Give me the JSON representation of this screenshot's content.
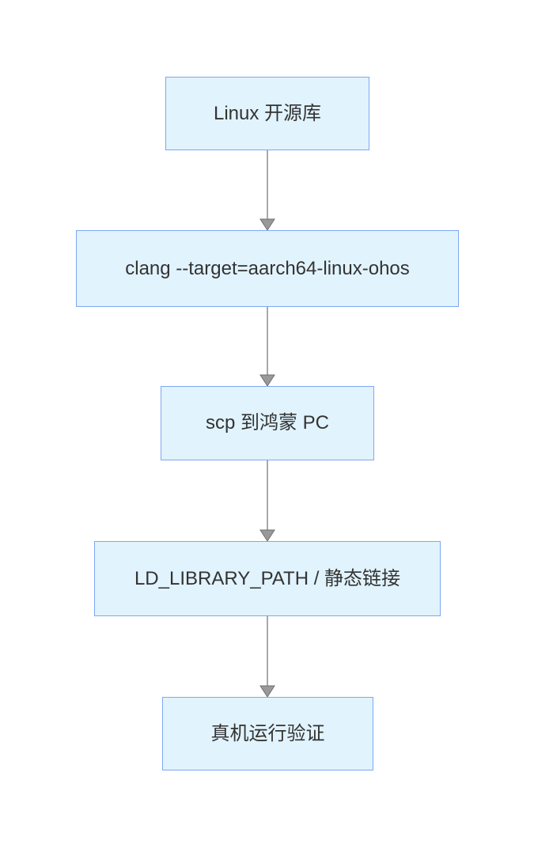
{
  "diagram": {
    "type": "flowchart",
    "direction": "top-to-bottom",
    "nodes": [
      {
        "label": "Linux 开源库"
      },
      {
        "label": "clang --target=aarch64-linux-ohos"
      },
      {
        "label": "scp 到鸿蒙 PC"
      },
      {
        "label": "LD_LIBRARY_PATH / 静态链接"
      },
      {
        "label": "真机运行验证"
      }
    ],
    "edges": [
      {
        "from": 0,
        "to": 1,
        "style": "arrow-down"
      },
      {
        "from": 1,
        "to": 2,
        "style": "arrow-down"
      },
      {
        "from": 2,
        "to": 3,
        "style": "arrow-down"
      },
      {
        "from": 3,
        "to": 4,
        "style": "arrow-down"
      }
    ],
    "colors": {
      "node_fill": "#e1f3fc",
      "node_border": "#7da7f5",
      "text": "#333333",
      "edge_line": "#a9a9a9",
      "arrowhead": "#999999",
      "arrowhead_stroke": "#6f6f6f",
      "background": "#ffffff"
    }
  }
}
